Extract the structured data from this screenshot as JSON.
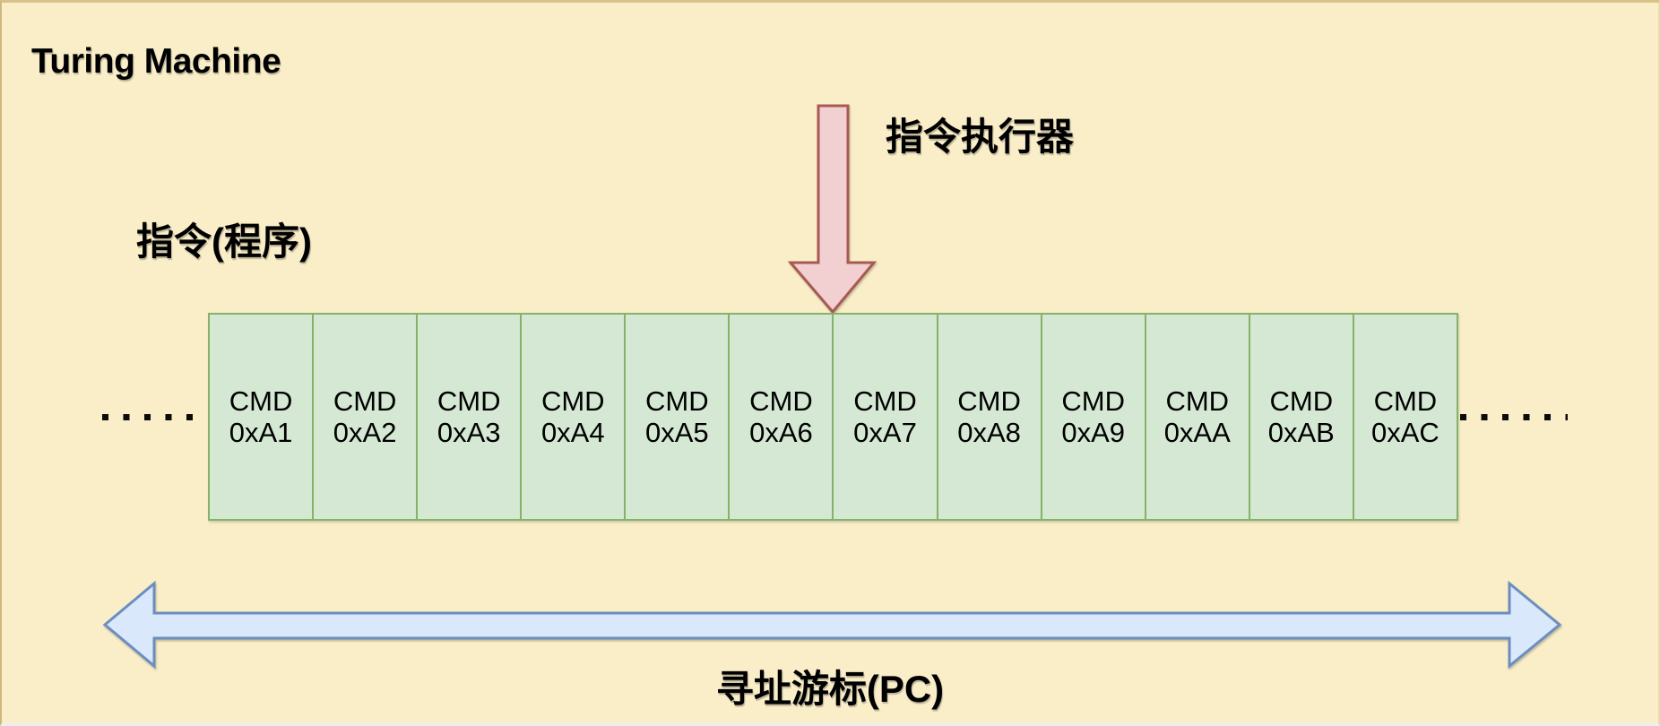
{
  "window": {
    "title": "Turing Machine"
  },
  "labels": {
    "program": "指令(程序)",
    "executor": "指令执行器",
    "pc_cursor": "寻址游标(PC)"
  },
  "tape": {
    "cells": [
      {
        "cmd": "CMD",
        "addr": "0xA1"
      },
      {
        "cmd": "CMD",
        "addr": "0xA2"
      },
      {
        "cmd": "CMD",
        "addr": "0xA3"
      },
      {
        "cmd": "CMD",
        "addr": "0xA4"
      },
      {
        "cmd": "CMD",
        "addr": "0xA5"
      },
      {
        "cmd": "CMD",
        "addr": "0xA6"
      },
      {
        "cmd": "CMD",
        "addr": "0xA7"
      },
      {
        "cmd": "CMD",
        "addr": "0xA8"
      },
      {
        "cmd": "CMD",
        "addr": "0xA9"
      },
      {
        "cmd": "CMD",
        "addr": "0xAA"
      },
      {
        "cmd": "CMD",
        "addr": "0xAB"
      },
      {
        "cmd": "CMD",
        "addr": "0xAC"
      }
    ]
  },
  "icons": {
    "executor_arrow": "down-arrow",
    "pc_arrow": "left-right-double-arrow",
    "left_ellipsis": "dotted-continuation",
    "right_ellipsis": "dotted-continuation"
  },
  "colors": {
    "background": "#FAEEC8",
    "cell_fill": "#D5E8D4",
    "cell_border": "#82B366",
    "executor_arrow_fill": "#F2CFD1",
    "executor_arrow_border": "#A85A52",
    "pc_arrow_fill": "#DAE8FC",
    "pc_arrow_border": "#6C8EBF",
    "text": "#000000"
  }
}
